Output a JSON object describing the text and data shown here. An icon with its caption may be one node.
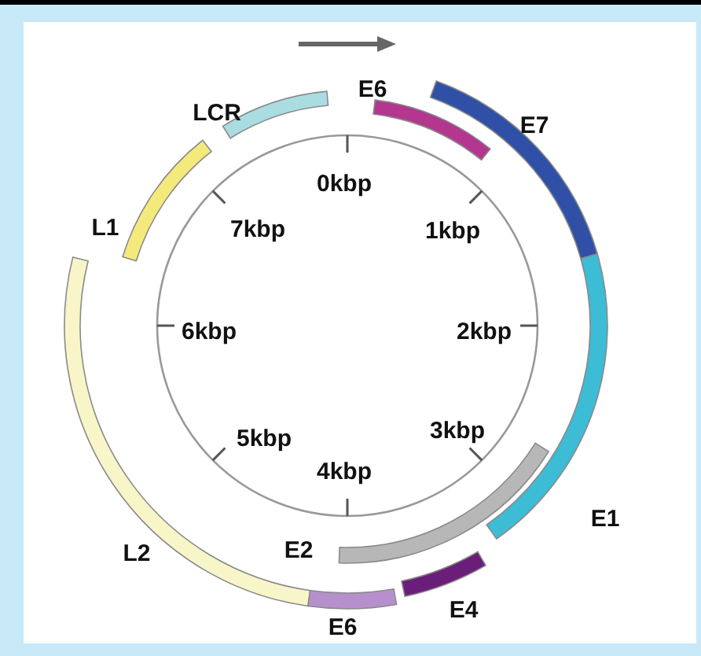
{
  "diagram": {
    "nodes": [
      {
        "text": [
          "LCR"
        ]
      },
      {
        "text": [
          "E6"
        ]
      },
      {
        "text": [
          "E7"
        ]
      },
      {
        "text": [
          "L1"
        ]
      },
      {
        "text": [
          "E1"
        ]
      },
      {
        "text": [
          "E2"
        ]
      },
      {
        "text": [
          "L2"
        ]
      },
      {
        "text": [
          "E4"
        ]
      },
      {
        "text": [
          "E6"
        ]
      }
    ],
    "labels": [
      "0kbp",
      "7kbp",
      "1kbp",
      "6kbp",
      "2kbp",
      "5kbp",
      "3kbp",
      "4kbp"
    ]
  }
}
